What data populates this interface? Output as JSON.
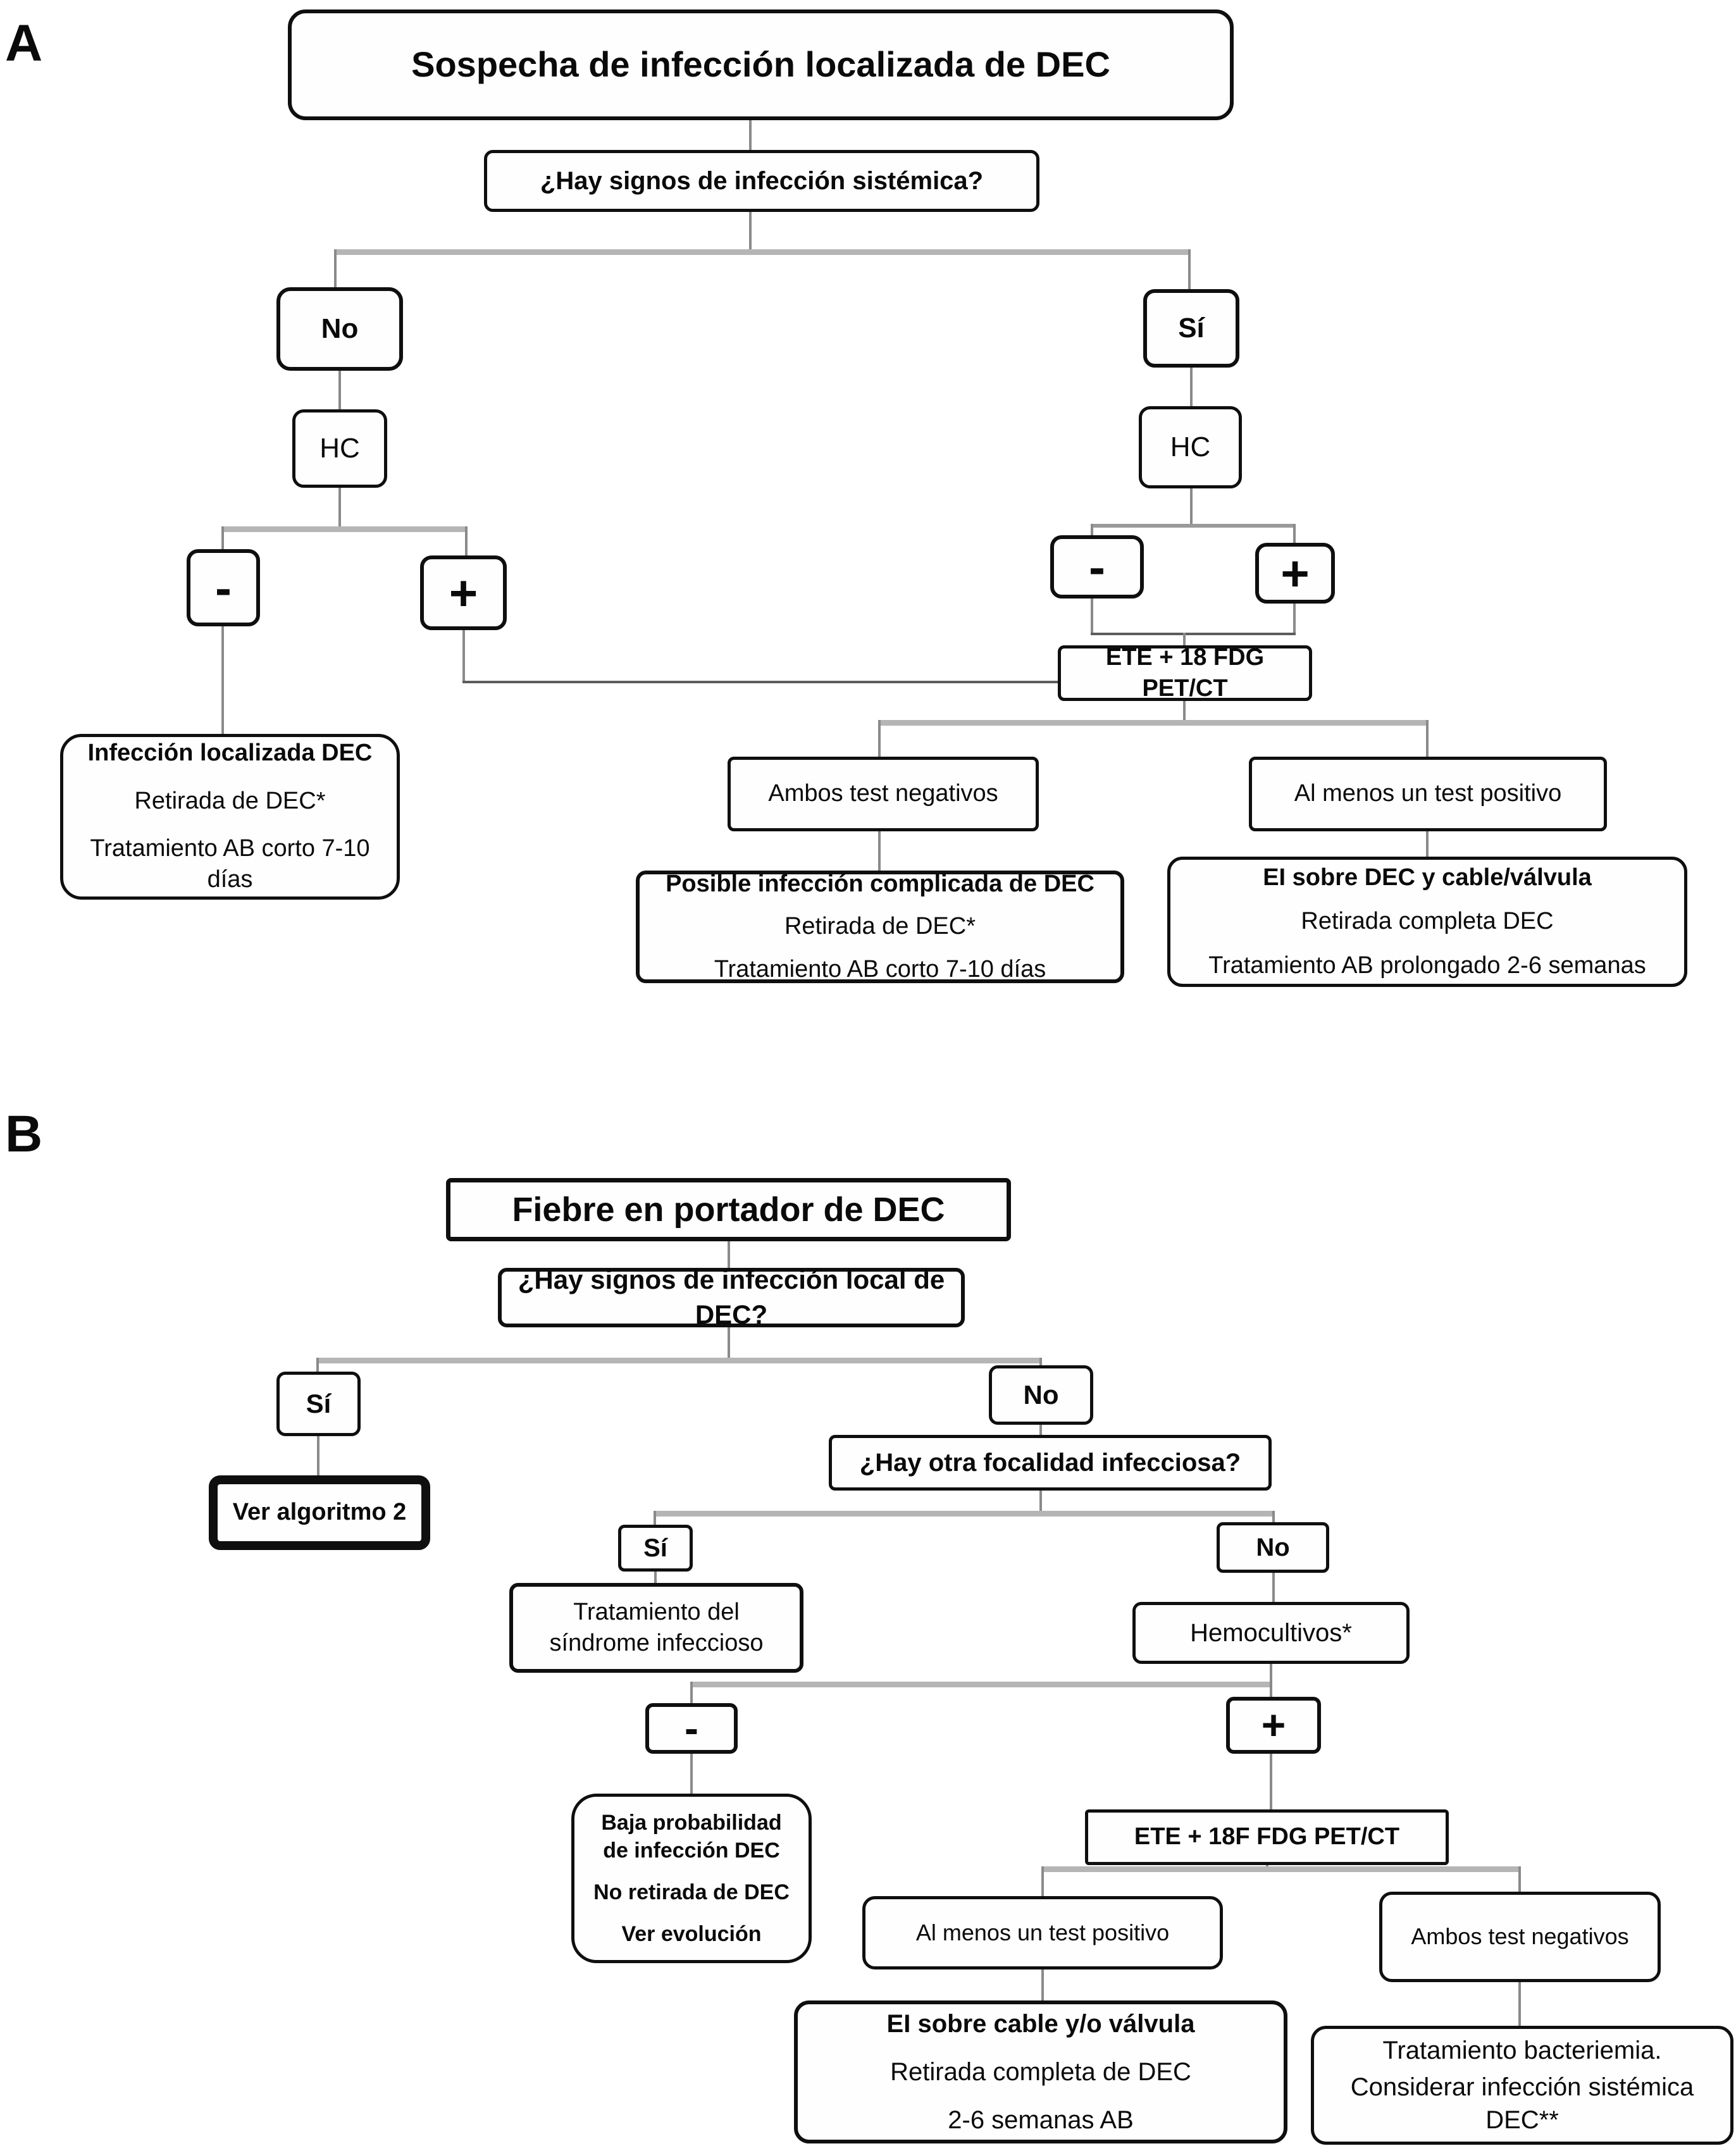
{
  "panel_a": {
    "label": "A",
    "title": "Sospecha de infección localizada de DEC",
    "question_systemic": "¿Hay signos de infección sistémica?",
    "no": "No",
    "yes": "Sí",
    "hc": "HC",
    "minus": "-",
    "plus": "+",
    "ete": "ETE + 18 FDG PET/CT",
    "both_negative": "Ambos test negativos",
    "at_least_one_positive": "Al menos un test positivo",
    "outcome_localized": {
      "line1": "Infección localizada DEC",
      "line2": "Retirada de DEC*",
      "line3": "Tratamiento AB corto 7-10 días"
    },
    "outcome_complicated": {
      "line1": "Posible infección complicada de DEC",
      "line2": "Retirada de DEC*",
      "line3": "Tratamiento AB corto 7-10 días"
    },
    "outcome_ei_dec": {
      "line1": "EI sobre DEC y cable/válvula",
      "line2": "Retirada completa DEC",
      "line3": "Tratamiento AB prolongado 2-6 semanas"
    }
  },
  "panel_b": {
    "label": "B",
    "title": "Fiebre en portador de DEC",
    "question_local": "¿Hay signos de infección local de DEC?",
    "yes": "Sí",
    "no": "No",
    "see_algorithm": "Ver algoritmo 2",
    "question_other_focus": "¿Hay otra focalidad infecciosa?",
    "treat_syndrome": "Tratamiento del síndrome infeccioso",
    "blood_cultures": "Hemocultivos*",
    "minus": "-",
    "plus": "+",
    "ete": "ETE + 18F FDG PET/CT",
    "at_least_one_positive": "Al menos un test positivo",
    "both_negative": "Ambos test negativos",
    "outcome_low_probability": {
      "line1": "Baja probabilidad de infección DEC",
      "line2": "No retirada de DEC",
      "line3": "Ver evolución"
    },
    "outcome_ei_lead": {
      "line1": "EI sobre cable y/o válvula",
      "line2": "Retirada completa de DEC",
      "line3": "2-6 semanas AB"
    },
    "outcome_bacteremia": {
      "line1": "Tratamiento bacteriemia.",
      "line2": "Considerar infección sistémica DEC**"
    }
  }
}
